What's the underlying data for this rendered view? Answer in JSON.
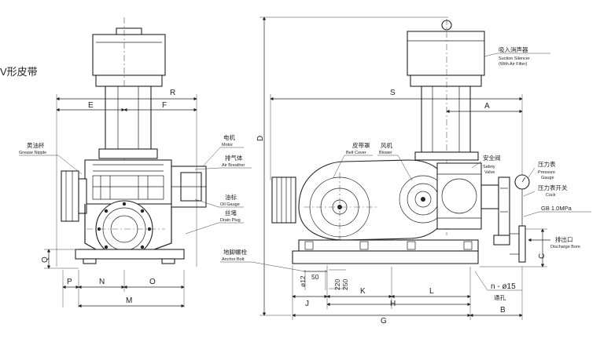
{
  "header_text": "V形皮带",
  "dimensions": {
    "E": "E",
    "F": "F",
    "R": "R",
    "S": "S",
    "A": "A",
    "D": "D",
    "Q": "Q",
    "P": "P",
    "N": "N",
    "O": "O",
    "M": "M",
    "C": "C",
    "J": "J",
    "K": "K",
    "H": "H",
    "L": "L",
    "G": "G",
    "B": "B"
  },
  "anchor_detail": {
    "dia": "ø12",
    "d50": "50",
    "d220": "220",
    "d250": "250"
  },
  "callouts": {
    "grease_nipple": {
      "cn": "黄油杯",
      "en": "Grease Nipple"
    },
    "motor": {
      "cn": "电机",
      "en": "Motor"
    },
    "air_breather": {
      "cn": "排气体",
      "en": "Air Breather"
    },
    "oil_gauge": {
      "cn": "油标",
      "en": "Oil Gauge"
    },
    "drain_plug": {
      "cn": "丝堵",
      "en": "Drain Plug"
    },
    "anchor_bolt": {
      "cn": "地脚螺栓",
      "en": "Anchor Bolt"
    },
    "belt_cover": {
      "cn": "皮带罩",
      "en": "Belt Cover"
    },
    "blower": {
      "cn": "风机",
      "en": "Blower"
    },
    "safety_valve": {
      "cn": "安全阀",
      "en": "Safety Valve"
    },
    "suction_silencer": {
      "cn": "吸入消声器",
      "en1": "Suction Silencer",
      "en2": "(With Air Filter)"
    },
    "pressure_gauge": {
      "cn": "压力表",
      "en1": "Pressure",
      "en2": "Gauge"
    },
    "cock": {
      "cn": "压力表开关",
      "en": "Cock"
    },
    "gb": "GB 1.0MPa",
    "discharge_bore": {
      "cn": "排出口",
      "en": "Discharge Bore"
    },
    "hole": "n - ø15",
    "hole_cn": "通孔"
  }
}
